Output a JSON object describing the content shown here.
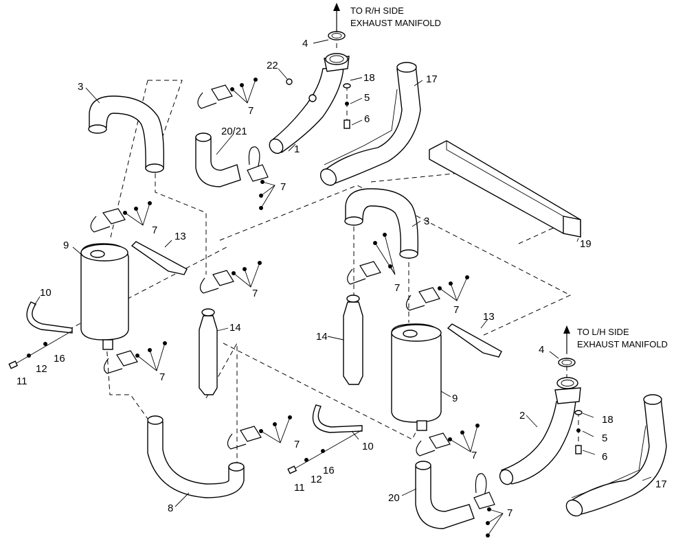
{
  "notes": {
    "rh_line1": "TO R/H SIDE",
    "rh_line2": "EXHAUST MANIFOLD",
    "lh_line1": "TO L/H SIDE",
    "lh_line2": "EXHAUST MANIFOLD"
  },
  "callouts": {
    "c4a": "4",
    "c22": "22",
    "c18a": "18",
    "c5a": "5",
    "c6a": "6",
    "c17a": "17",
    "c3a": "3",
    "c7a": "7",
    "c2021": "20/21",
    "c1": "1",
    "c7b": "7",
    "c7c": "7",
    "c9a": "9",
    "c13a": "13",
    "c3b": "3",
    "c19": "19",
    "c7d": "7",
    "c10a": "10",
    "c7e": "7",
    "c7f": "7",
    "c14a": "14",
    "c16a": "16",
    "c12a": "12",
    "c11a": "11",
    "c7g": "7",
    "c14b": "14",
    "c13b": "13",
    "c4b": "4",
    "c9b": "9",
    "c2": "2",
    "c18b": "18",
    "c5b": "5",
    "c7h": "7",
    "c10b": "10",
    "c6b": "6",
    "c16b": "16",
    "c12b": "12",
    "c11b": "11",
    "c8": "8",
    "c20": "20",
    "c7i": "7",
    "c17b": "17"
  }
}
